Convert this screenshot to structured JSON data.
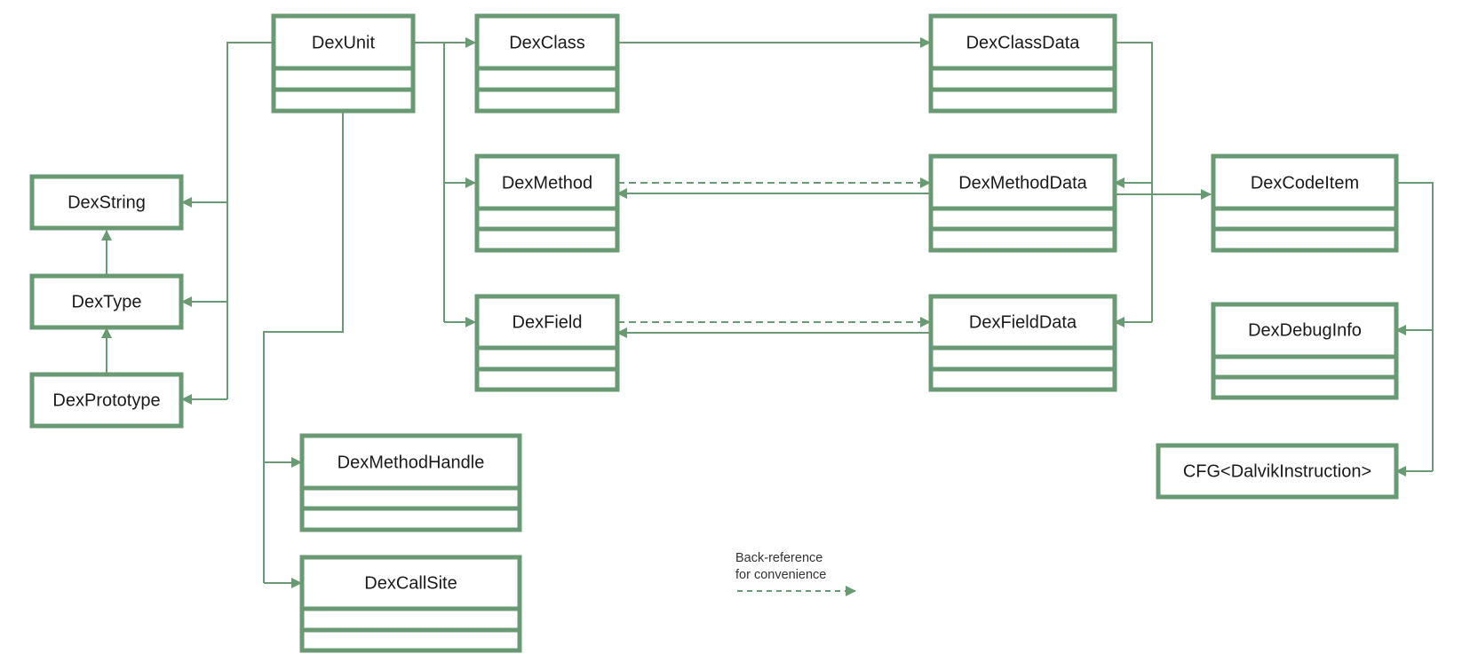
{
  "colors": {
    "stroke": "#6a9a73",
    "background": "#ffffff",
    "text": "#1a1a1a"
  },
  "boxes": {
    "dexunit": "DexUnit",
    "dexclass": "DexClass",
    "dexclassdata": "DexClassData",
    "dexstring": "DexString",
    "dextype": "DexType",
    "dexprototype": "DexPrototype",
    "dexmethod": "DexMethod",
    "dexmethoddata": "DexMethodData",
    "dexcodeitem": "DexCodeItem",
    "dexfield": "DexField",
    "dexfielddata": "DexFieldData",
    "dexdebuginfo": "DexDebugInfo",
    "cfg": "CFG<DalvikInstruction>",
    "dexmethodhandle": "DexMethodHandle",
    "dexcallsite": "DexCallSite"
  },
  "legend": {
    "line1": "Back-reference",
    "line2": "for convenience",
    "line_style": "dashed"
  }
}
